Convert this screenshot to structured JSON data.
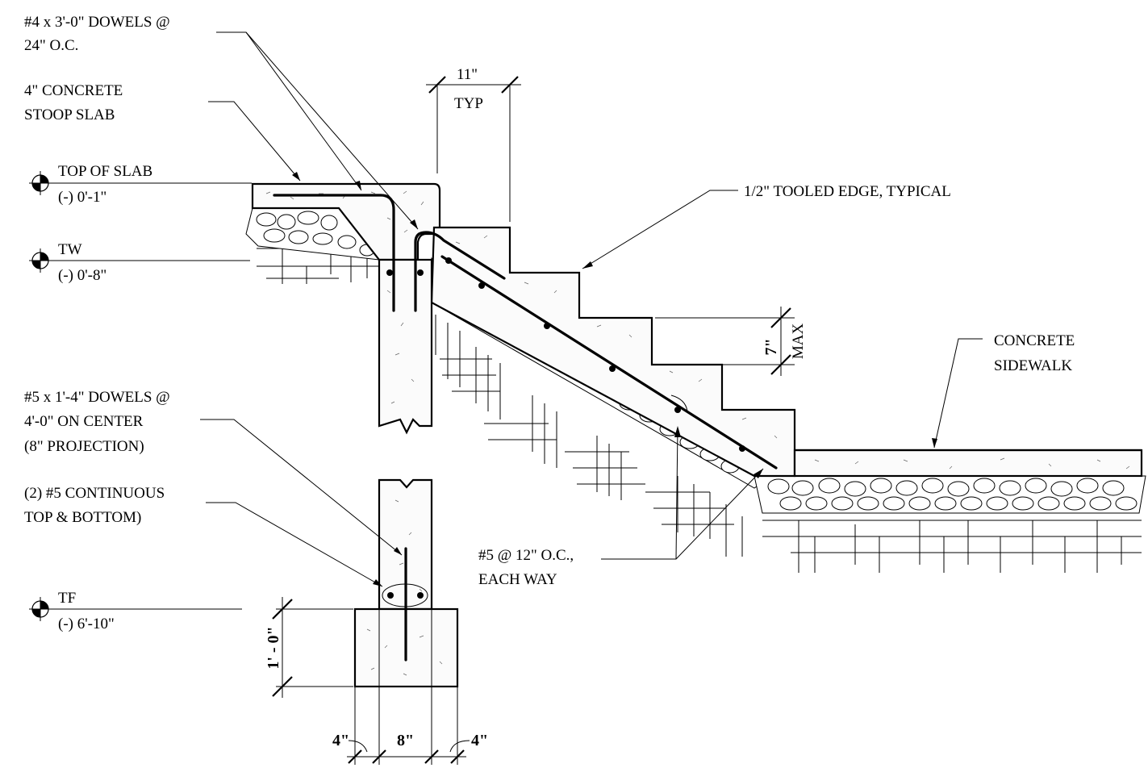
{
  "labels": {
    "dowels_4_l1": "#4 x 3'-0\" DOWELS @",
    "dowels_4_l2": "24\" O.C.",
    "stoop_l1": "4\" CONCRETE",
    "stoop_l2": "STOOP SLAB",
    "top_of_slab": "TOP OF SLAB",
    "top_of_slab_elev": "(-) 0'-1\"",
    "tw": "TW",
    "tw_elev": "(-) 0'-8\"",
    "dowels_5_l1": "#5 x 1'-4\" DOWELS @",
    "dowels_5_l2": "4'-0\" ON CENTER",
    "dowels_5_l3": "(8\" PROJECTION)",
    "cont_l1": "(2) #5 CONTINUOUS",
    "cont_l2": "TOP & BOTTOM)",
    "tf": "TF",
    "tf_elev": "(-) 6'-10\"",
    "tooled_edge": "1/2\" TOOLED EDGE, TYPICAL",
    "sidewalk_l1": "CONCRETE",
    "sidewalk_l2": "SIDEWALK",
    "rebar_l1": "#5 @ 12\" O.C.,",
    "rebar_l2": "EACH WAY"
  },
  "dimensions": {
    "tread": "11\"",
    "tread_note": "TYP",
    "riser": "7\"",
    "riser_note": "MAX",
    "footing_depth": "1' - 0\"",
    "wall_width": "8\"",
    "left_offset": "4\"",
    "right_offset": "4\""
  }
}
